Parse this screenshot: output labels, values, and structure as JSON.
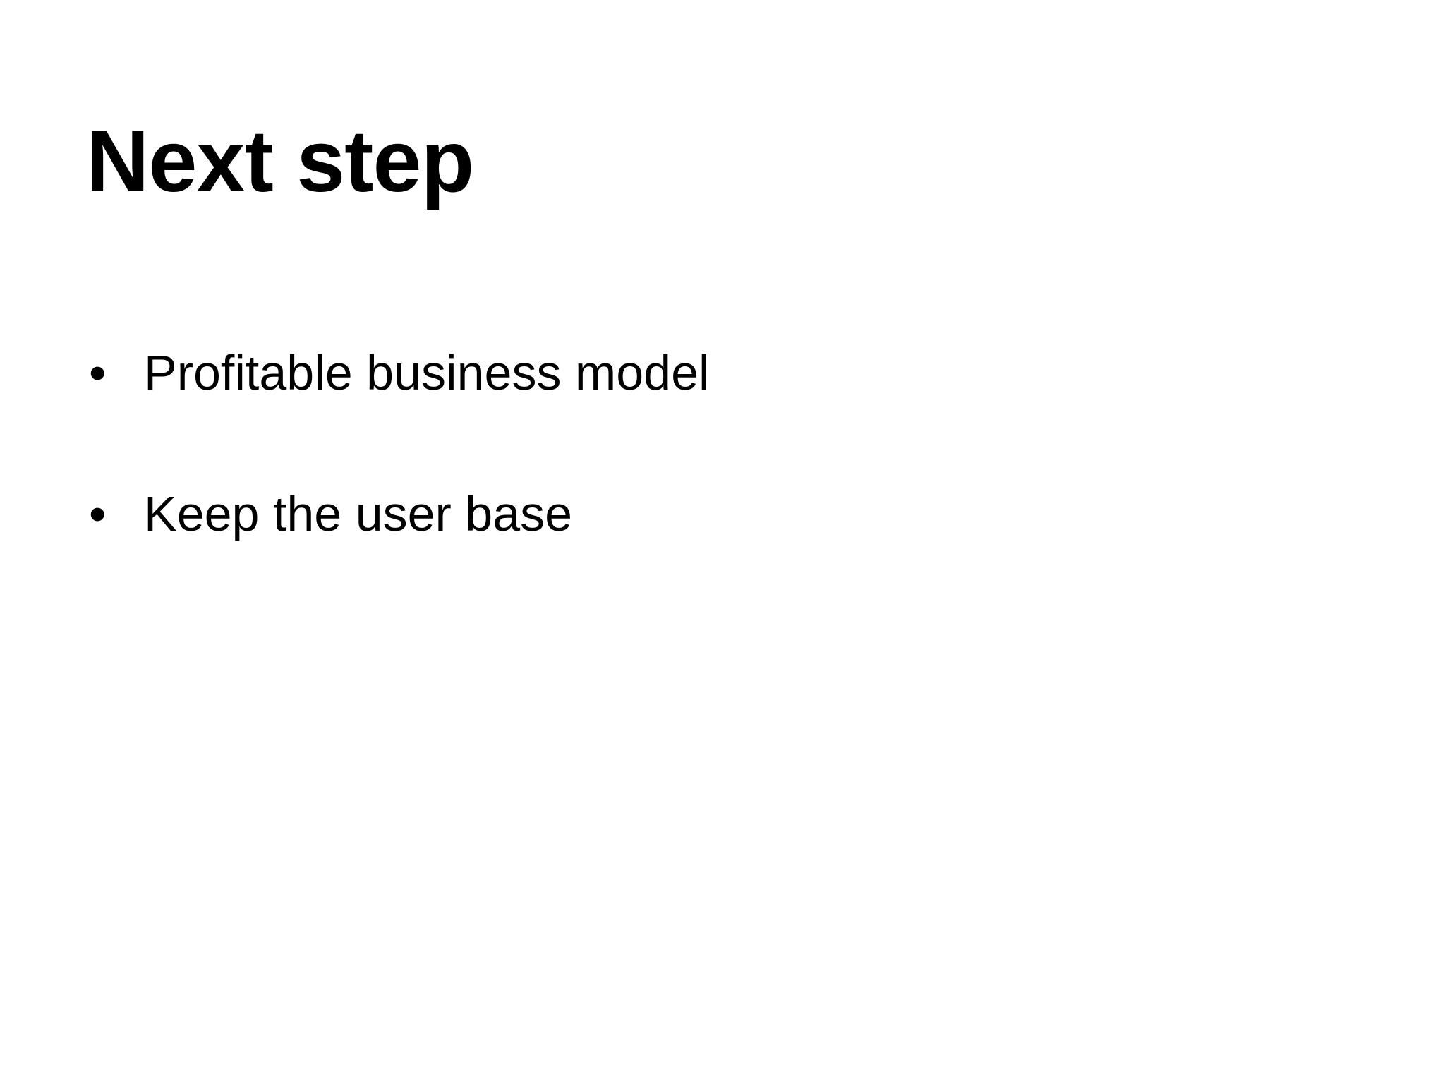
{
  "slide": {
    "title": "Next step",
    "background_color": "#ffffff",
    "text_color": "#000000",
    "bullet_glyph": "•",
    "bullets": [
      {
        "marker": "•",
        "text": "Profitable business model"
      },
      {
        "marker": "•",
        "text": "Keep the user base"
      }
    ]
  }
}
